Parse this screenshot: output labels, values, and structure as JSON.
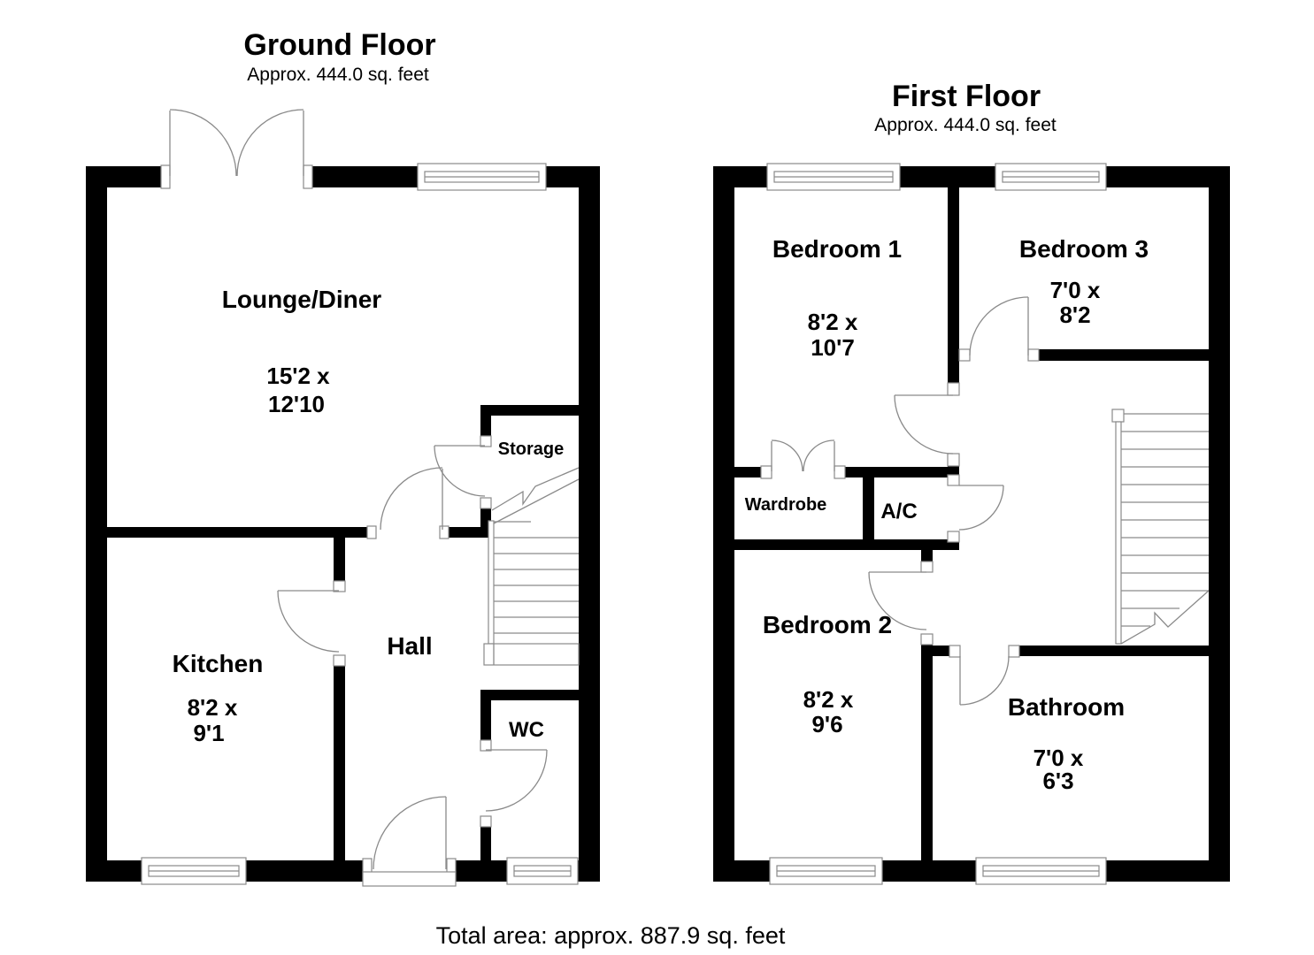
{
  "ground_floor": {
    "title": "Ground Floor",
    "subtitle": "Approx. 444.0 sq. feet",
    "rooms": {
      "lounge_diner": {
        "name": "Lounge/Diner",
        "dim1": "15'2 x",
        "dim2": "12'10"
      },
      "kitchen": {
        "name": "Kitchen",
        "dim1": "8'2 x",
        "dim2": "9'1"
      },
      "hall": {
        "name": "Hall"
      },
      "storage": {
        "name": "Storage"
      },
      "wc": {
        "name": "WC"
      }
    }
  },
  "first_floor": {
    "title": "First Floor",
    "subtitle": "Approx. 444.0 sq. feet",
    "rooms": {
      "bedroom1": {
        "name": "Bedroom 1",
        "dim1": "8'2 x",
        "dim2": "10'7"
      },
      "bedroom3": {
        "name": "Bedroom 3",
        "dim1": "7'0 x",
        "dim2": "8'2"
      },
      "wardrobe": {
        "name": "Wardrobe"
      },
      "ac": {
        "name": "A/C"
      },
      "bedroom2": {
        "name": "Bedroom 2",
        "dim1": "8'2 x",
        "dim2": "9'6"
      },
      "bathroom": {
        "name": "Bathroom",
        "dim1": "7'0 x",
        "dim2": "6'3"
      }
    }
  },
  "footer": {
    "total_area": "Total area: approx. 887.9 sq. feet"
  },
  "colors": {
    "wall": "#000000",
    "line": "#8a8a8a",
    "background": "#ffffff",
    "text": "#000000"
  }
}
